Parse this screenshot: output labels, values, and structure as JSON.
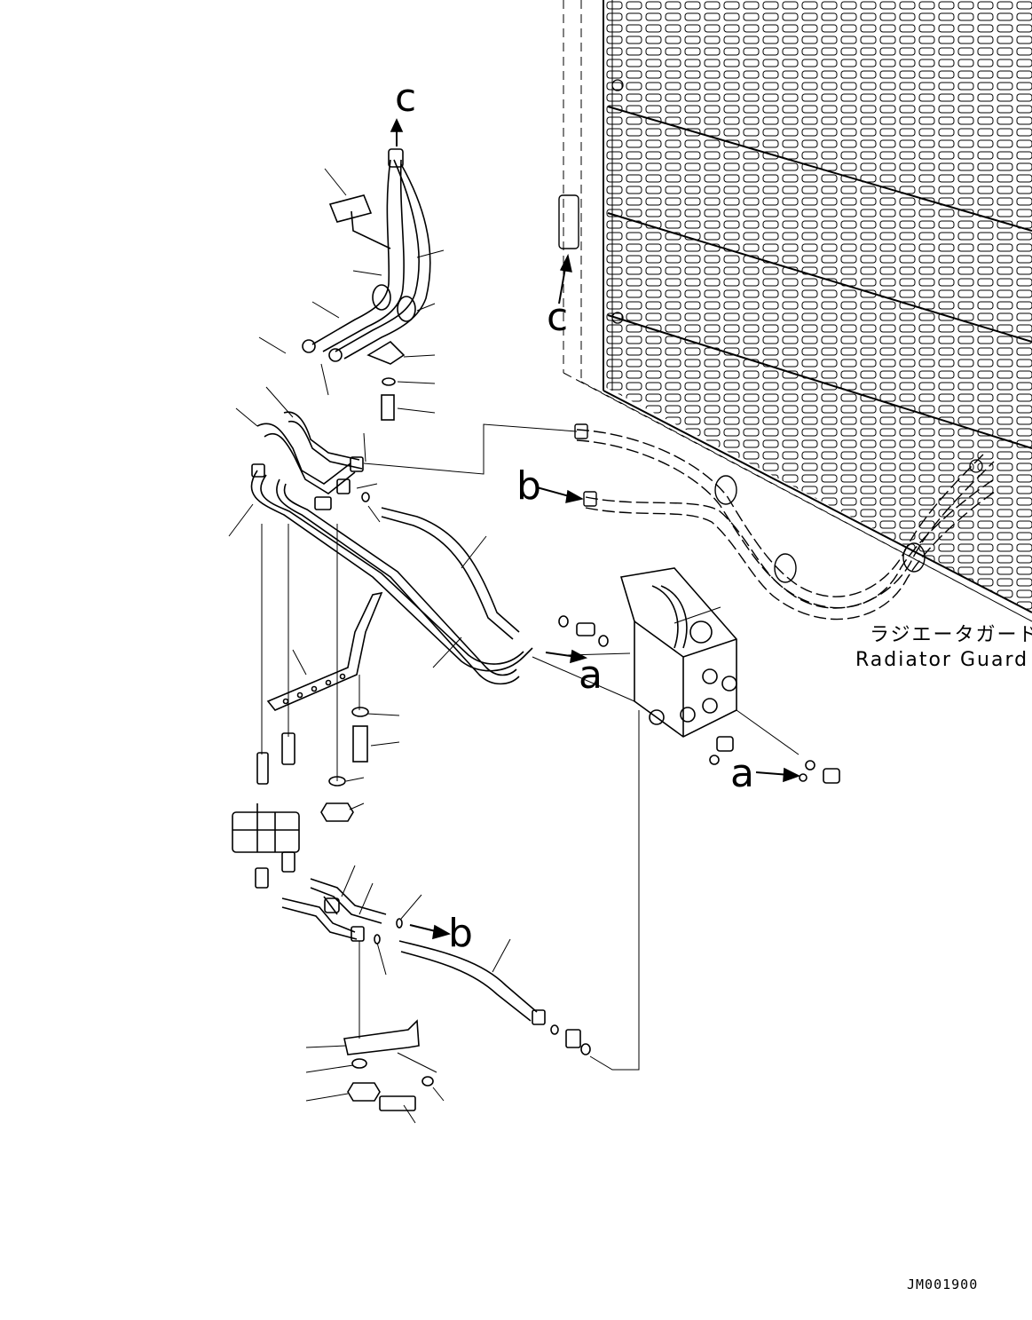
{
  "diagram": {
    "callouts": {
      "c_top": "c",
      "c_right": "c",
      "b_upper": "b",
      "b_lower": "b",
      "a_middle": "a",
      "a_lower": "a"
    },
    "radiator_guard": {
      "label_ja": "ラジエータガード",
      "label_en": "Radiator Guard"
    },
    "drawing_code": "JM001900",
    "stroke_color": "#000000",
    "background_color": "#ffffff"
  }
}
